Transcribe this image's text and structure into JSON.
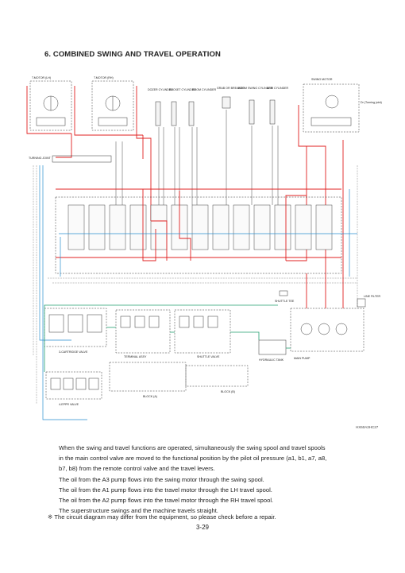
{
  "heading": "6. COMBINED SWING AND TRAVEL OPERATION",
  "diagram": {
    "labels": {
      "tmotor_lh": "T.MOTOR (LH)",
      "tmotor_rh": "T.MOTOR (RH)",
      "dozer": "DOZER CYLINDER",
      "bucket": "BUCKET CYLINDER",
      "boom": "BOOM CYLINDER",
      "grab": "GRAB OR BREAKER",
      "boom_swing": "BOOM SWING CYLINDER",
      "arm": "ARM CYLINDER",
      "swing_motor": "SWING MOTOR",
      "turning_joint": "TURNING JOINT",
      "dr": "Dr (Turning joint)",
      "shuttle_tee": "SHUTTLE TEE",
      "line_filter": "LINE FILTER",
      "cartridge": "3-CARTRIDGE VALVE",
      "terminal": "TERMINAL ASSY",
      "shuttle_valve": "SHUTTLE VALVE",
      "main_pump": "MAIN PUMP",
      "hydraulic_tank": "HYDRAULIC TANK",
      "block_b": "BLOCK (B)",
      "block_a": "BLOCK (A)",
      "eppr": "4-EPPR VALVE"
    },
    "code": "HX60A3HC27"
  },
  "description": [
    "When the swing and travel functions are operated, simultaneously the swing spool and travel spools",
    "in the main control valve are moved to the functional position by the pilot oil pressure (a1, b1, a7, a8,",
    "b7, b8) from the remote control valve and the travel levers.",
    "The oil from the A3 pump flows into the swing motor through the swing spool.",
    "The oil from the A1 pump flows into the travel motor through the LH travel spool.",
    "The oil from the A2 pump flows into the travel motor through the RH travel spool.",
    "The superstructure swings and the machine travels straight."
  ],
  "note": "※ The circuit diagram may differ from the equipment, so please check before a repair.",
  "page_number": "3-29",
  "colors": {
    "pressure_line": "#e02020",
    "pilot_line": "#2a8fd0",
    "return_line": "#22a070",
    "ink": "#333333"
  }
}
